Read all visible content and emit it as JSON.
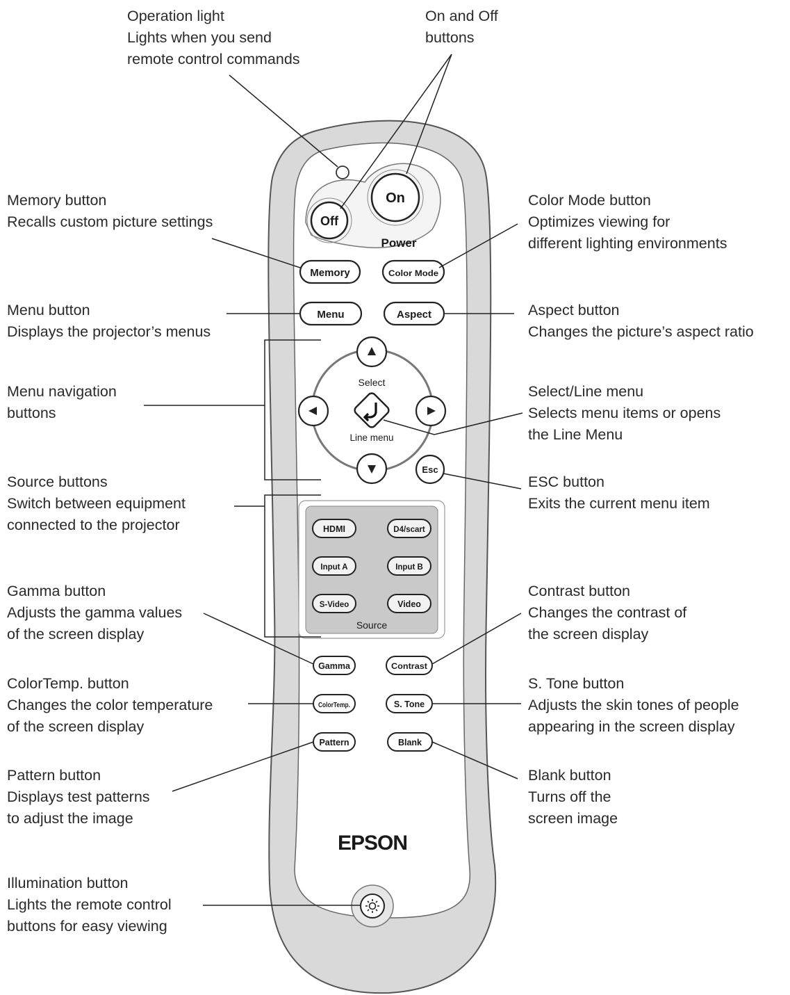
{
  "remote": {
    "power_on": "On",
    "power_off": "Off",
    "power_label": "Power",
    "memory": "Memory",
    "color_mode": "Color Mode",
    "menu": "Menu",
    "aspect": "Aspect",
    "select": "Select",
    "line_menu": "Line menu",
    "esc": "Esc",
    "source_label": "Source",
    "sources": [
      "HDMI",
      "D4/scart",
      "Input A",
      "Input B",
      "S-Video",
      "Video"
    ],
    "gamma": "Gamma",
    "contrast": "Contrast",
    "color_temp": "ColorTemp.",
    "s_tone": "S. Tone",
    "pattern": "Pattern",
    "blank": "Blank",
    "brand": "EPSON"
  },
  "callouts": {
    "operation_light": [
      "Operation light",
      "Lights when you send",
      "remote control commands"
    ],
    "on_off": [
      "On and Off",
      "buttons"
    ],
    "memory": [
      "Memory button",
      "Recalls custom picture settings"
    ],
    "color_mode": [
      "Color Mode button",
      "Optimizes viewing for",
      "different lighting environments"
    ],
    "menu": [
      "Menu button",
      "Displays the projector’s menus"
    ],
    "aspect": [
      "Aspect button",
      "Changes the picture’s aspect ratio"
    ],
    "menu_nav": [
      "Menu navigation",
      "buttons"
    ],
    "select_line": [
      "Select/Line menu",
      "Selects menu items or opens",
      "the Line Menu"
    ],
    "source": [
      "Source buttons",
      "Switch between equipment",
      "connected to the projector"
    ],
    "esc": [
      "ESC button",
      "Exits the current menu item"
    ],
    "gamma": [
      "Gamma button",
      "Adjusts the gamma values",
      "of the screen display"
    ],
    "contrast": [
      "Contrast button",
      "Changes the contrast of",
      "the screen display"
    ],
    "color_temp": [
      "ColorTemp. button",
      "Changes the color temperature",
      "of the screen display"
    ],
    "s_tone": [
      "S. Tone button",
      "Adjusts the skin tones of people",
      "appearing in the screen display"
    ],
    "pattern": [
      "Pattern button",
      "Displays test patterns",
      "to adjust the image"
    ],
    "blank": [
      "Blank button",
      "Turns off the",
      "screen image"
    ],
    "illumination": [
      "Illumination button",
      "Lights the remote control",
      "buttons for easy viewing"
    ]
  }
}
